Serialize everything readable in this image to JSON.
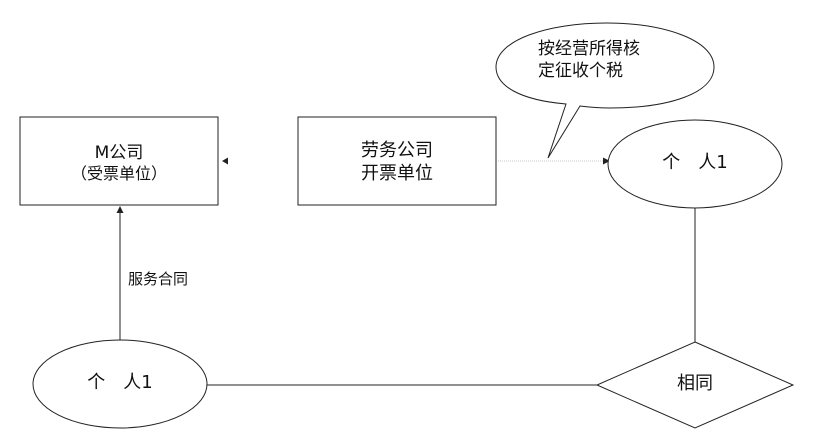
{
  "nodes": {
    "m_company": {
      "line1": "M公司",
      "line2": "（受票单位）"
    },
    "labor_company": {
      "line1": "劳务公司",
      "line2": "开票单位"
    },
    "person_top": {
      "label": "个　人1"
    },
    "person_bottom": {
      "label": "个　人1"
    },
    "same": {
      "label": "相同"
    }
  },
  "callout": {
    "line1": "按经营所得核",
    "line2": "定征收个税"
  },
  "edges": {
    "service_contract": "服务合同"
  },
  "colors": {
    "stroke": "#222222",
    "dotted": "#c8c8c8",
    "background": "#ffffff"
  }
}
